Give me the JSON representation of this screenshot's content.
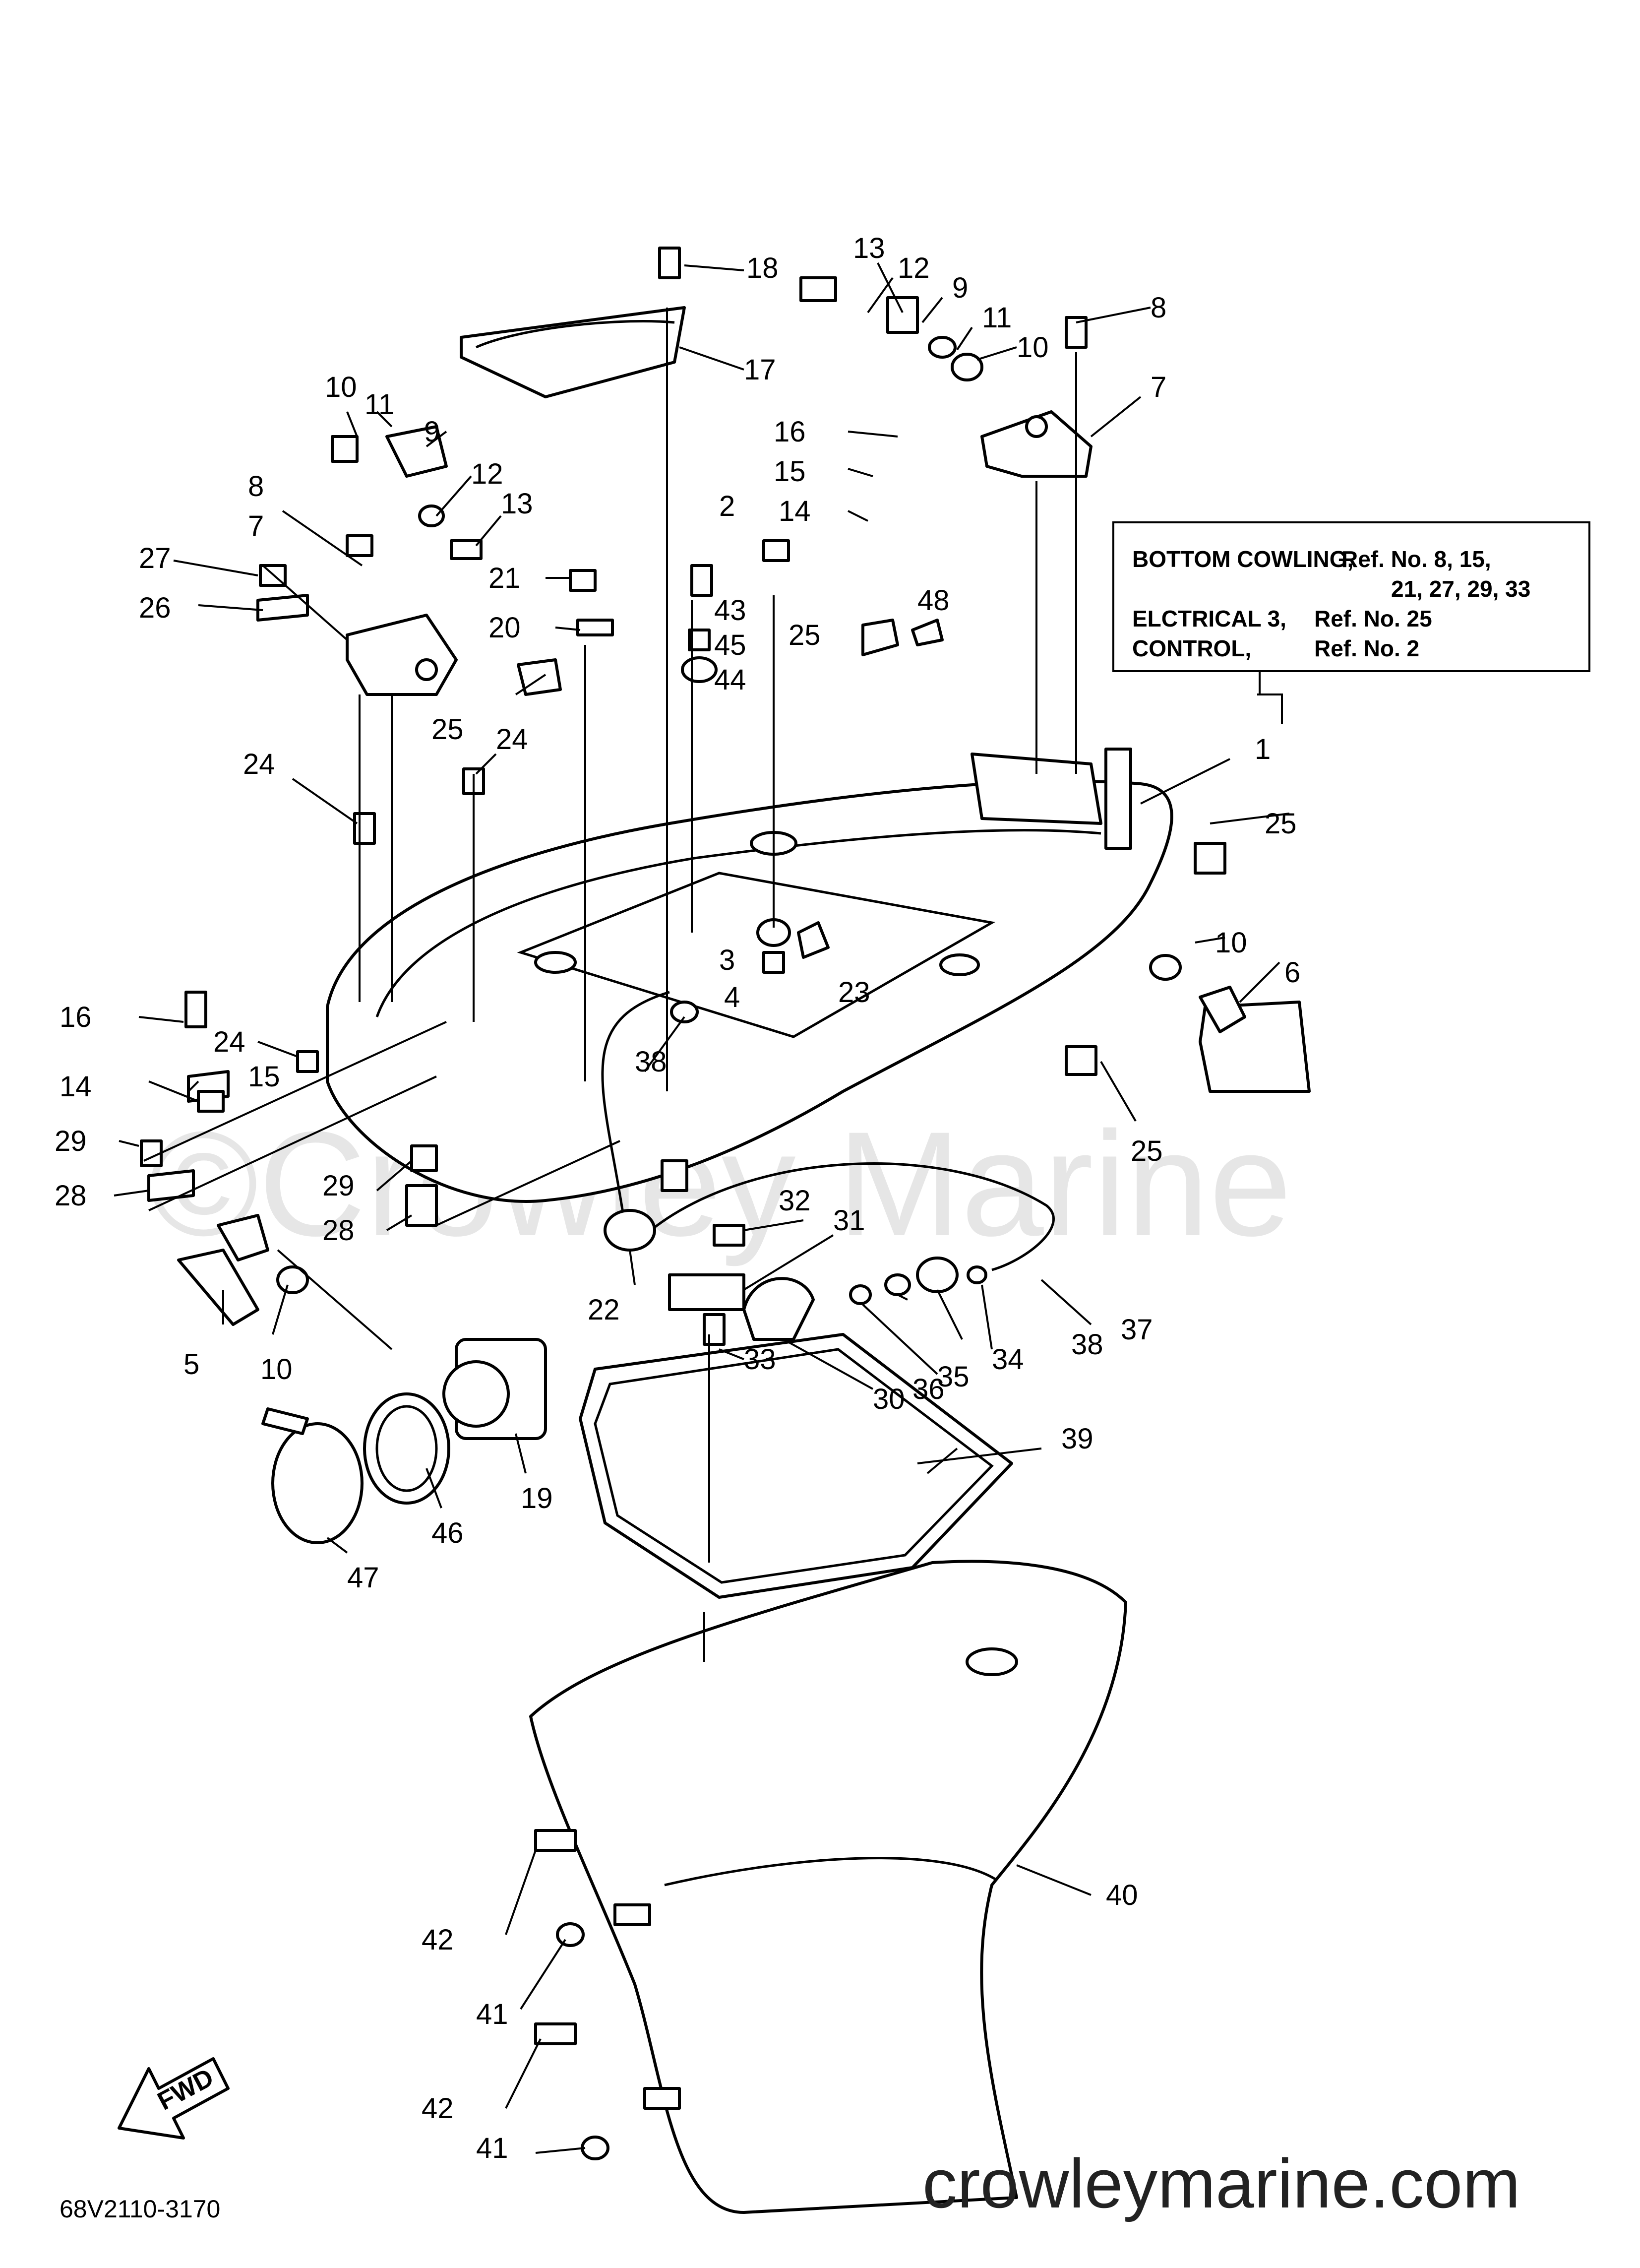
{
  "diagram": {
    "watermark": "©Crowley Marine",
    "website": "crowleymarine.com",
    "drawing_code": "68V2110-3170",
    "direction_badge": "FWD",
    "reference_box": {
      "line1_label": "BOTTOM COWLING,",
      "line1_refs": "Ref. No. 8, 15,",
      "line2_refs": "21, 27, 29, 33",
      "line3_label": "ELCTRICAL 3,",
      "line3_refs": "Ref. No. 25",
      "line4_label": "CONTROL,",
      "line4_refs": "Ref. No. 2"
    },
    "callouts": [
      {
        "id": "c1",
        "label": "1"
      },
      {
        "id": "c2",
        "label": "2"
      },
      {
        "id": "c3",
        "label": "3"
      },
      {
        "id": "c4",
        "label": "4"
      },
      {
        "id": "c5",
        "label": "5"
      },
      {
        "id": "c6",
        "label": "6"
      },
      {
        "id": "c7a",
        "label": "7"
      },
      {
        "id": "c7b",
        "label": "7"
      },
      {
        "id": "c8a",
        "label": "8"
      },
      {
        "id": "c8b",
        "label": "8"
      },
      {
        "id": "c9a",
        "label": "9"
      },
      {
        "id": "c9b",
        "label": "9"
      },
      {
        "id": "c10a",
        "label": "10"
      },
      {
        "id": "c10b",
        "label": "10"
      },
      {
        "id": "c10c",
        "label": "10"
      },
      {
        "id": "c10d",
        "label": "10"
      },
      {
        "id": "c11a",
        "label": "11"
      },
      {
        "id": "c11b",
        "label": "11"
      },
      {
        "id": "c12a",
        "label": "12"
      },
      {
        "id": "c12b",
        "label": "12"
      },
      {
        "id": "c13a",
        "label": "13"
      },
      {
        "id": "c13b",
        "label": "13"
      },
      {
        "id": "c14a",
        "label": "14"
      },
      {
        "id": "c14b",
        "label": "14"
      },
      {
        "id": "c15a",
        "label": "15"
      },
      {
        "id": "c15b",
        "label": "15"
      },
      {
        "id": "c16a",
        "label": "16"
      },
      {
        "id": "c16b",
        "label": "16"
      },
      {
        "id": "c17",
        "label": "17"
      },
      {
        "id": "c18",
        "label": "18"
      },
      {
        "id": "c19",
        "label": "19"
      },
      {
        "id": "c20",
        "label": "20"
      },
      {
        "id": "c21",
        "label": "21"
      },
      {
        "id": "c22",
        "label": "22"
      },
      {
        "id": "c23",
        "label": "23"
      },
      {
        "id": "c24a",
        "label": "24"
      },
      {
        "id": "c24b",
        "label": "24"
      },
      {
        "id": "c24c",
        "label": "24"
      },
      {
        "id": "c25a",
        "label": "25"
      },
      {
        "id": "c25b",
        "label": "25"
      },
      {
        "id": "c25c",
        "label": "25"
      },
      {
        "id": "c25d",
        "label": "25"
      },
      {
        "id": "c26",
        "label": "26"
      },
      {
        "id": "c27",
        "label": "27"
      },
      {
        "id": "c28a",
        "label": "28"
      },
      {
        "id": "c28b",
        "label": "28"
      },
      {
        "id": "c29a",
        "label": "29"
      },
      {
        "id": "c29b",
        "label": "29"
      },
      {
        "id": "c30",
        "label": "30"
      },
      {
        "id": "c31",
        "label": "31"
      },
      {
        "id": "c32",
        "label": "32"
      },
      {
        "id": "c33",
        "label": "33"
      },
      {
        "id": "c34",
        "label": "34"
      },
      {
        "id": "c35",
        "label": "35"
      },
      {
        "id": "c36",
        "label": "36"
      },
      {
        "id": "c37",
        "label": "37"
      },
      {
        "id": "c38a",
        "label": "38"
      },
      {
        "id": "c38b",
        "label": "38"
      },
      {
        "id": "c39",
        "label": "39"
      },
      {
        "id": "c40",
        "label": "40"
      },
      {
        "id": "c41a",
        "label": "41"
      },
      {
        "id": "c41b",
        "label": "41"
      },
      {
        "id": "c42a",
        "label": "42"
      },
      {
        "id": "c42b",
        "label": "42"
      },
      {
        "id": "c43",
        "label": "43"
      },
      {
        "id": "c44",
        "label": "44"
      },
      {
        "id": "c45",
        "label": "45"
      },
      {
        "id": "c46",
        "label": "46"
      },
      {
        "id": "c47",
        "label": "47"
      },
      {
        "id": "c48",
        "label": "48"
      }
    ]
  }
}
